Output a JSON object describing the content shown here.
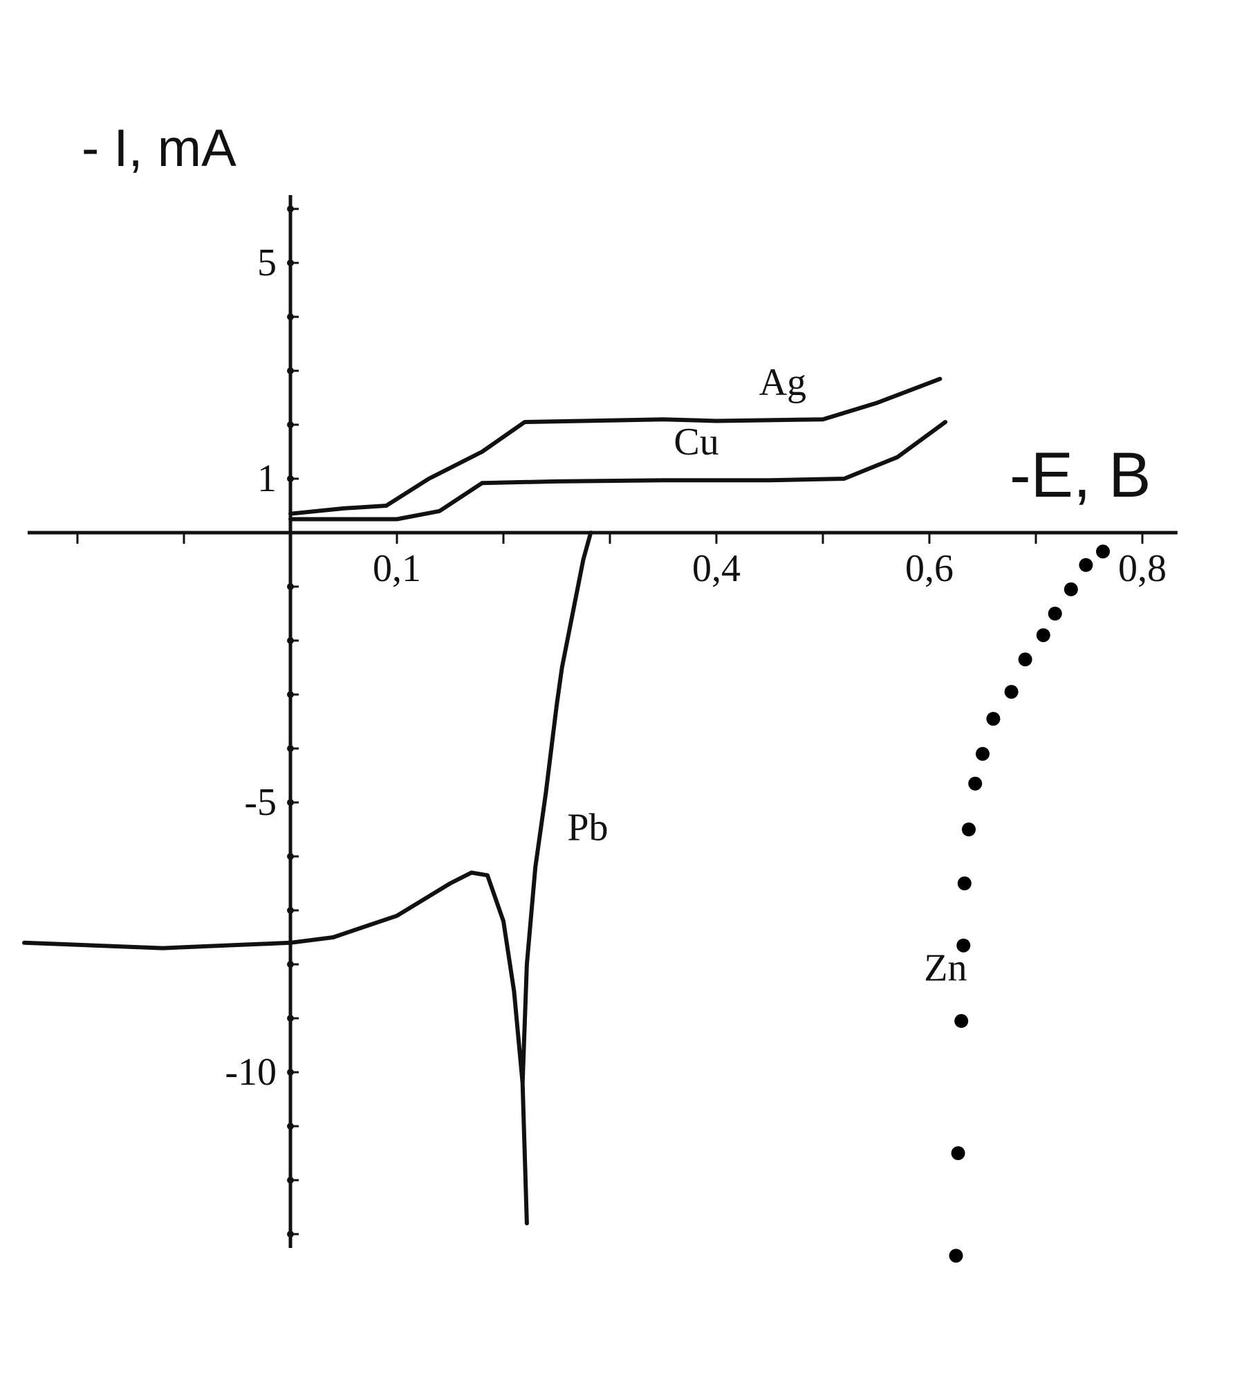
{
  "chart_data": {
    "type": "line",
    "ylabel": "- I, mA",
    "xlabel": "-E, B",
    "x_ticks": [
      {
        "value": 0.1,
        "label": "0,1"
      },
      {
        "value": 0.4,
        "label": "0,4"
      },
      {
        "value": 0.6,
        "label": "0,6"
      },
      {
        "value": 0.8,
        "label": "0,8"
      }
    ],
    "y_ticks": [
      {
        "value": 5,
        "label": "5"
      },
      {
        "value": 1,
        "label": "1"
      },
      {
        "value": -5,
        "label": "-5"
      },
      {
        "value": -10,
        "label": "-10"
      }
    ],
    "xlim": [
      -0.25,
      0.82
    ],
    "ylim": [
      -13,
      6
    ],
    "series": [
      {
        "name": "Ag",
        "style": "line",
        "points": [
          [
            0,
            0.35
          ],
          [
            0.05,
            0.45
          ],
          [
            0.09,
            0.5
          ],
          [
            0.13,
            1.0
          ],
          [
            0.18,
            1.5
          ],
          [
            0.22,
            2.05
          ],
          [
            0.3,
            2.08
          ],
          [
            0.35,
            2.1
          ],
          [
            0.4,
            2.07
          ],
          [
            0.5,
            2.1
          ],
          [
            0.55,
            2.4
          ],
          [
            0.61,
            2.85
          ]
        ],
        "label_at": [
          0.44,
          2.55
        ]
      },
      {
        "name": "Cu",
        "style": "line",
        "points": [
          [
            0,
            0.25
          ],
          [
            0.05,
            0.25
          ],
          [
            0.1,
            0.25
          ],
          [
            0.14,
            0.4
          ],
          [
            0.18,
            0.92
          ],
          [
            0.25,
            0.95
          ],
          [
            0.35,
            0.97
          ],
          [
            0.45,
            0.97
          ],
          [
            0.52,
            1.0
          ],
          [
            0.57,
            1.4
          ],
          [
            0.615,
            2.05
          ]
        ],
        "label_at": [
          0.36,
          1.45
        ]
      },
      {
        "name": "Pb",
        "style": "line",
        "points": [
          [
            -0.25,
            -7.6
          ],
          [
            -0.12,
            -7.7
          ],
          [
            0,
            -7.6
          ],
          [
            0.04,
            -7.5
          ],
          [
            0.1,
            -7.1
          ],
          [
            0.15,
            -6.5
          ],
          [
            0.17,
            -6.3
          ],
          [
            0.185,
            -6.35
          ],
          [
            0.2,
            -7.2
          ],
          [
            0.21,
            -8.5
          ],
          [
            0.218,
            -10.2
          ],
          [
            0.222,
            -12.8
          ],
          [
            0.218,
            -10.2
          ],
          [
            0.222,
            -8.0
          ],
          [
            0.23,
            -6.2
          ],
          [
            0.24,
            -4.8
          ],
          [
            0.25,
            -3.2
          ],
          [
            0.255,
            -2.5
          ],
          [
            0.265,
            -1.5
          ],
          [
            0.275,
            -0.5
          ],
          [
            0.282,
            0
          ]
        ],
        "label_at": [
          0.26,
          -5.7
        ]
      },
      {
        "name": "Zn",
        "style": "dots",
        "points": [
          [
            0.763,
            -0.35
          ],
          [
            0.747,
            -0.6
          ],
          [
            0.733,
            -1.05
          ],
          [
            0.718,
            -1.5
          ],
          [
            0.707,
            -1.9
          ],
          [
            0.69,
            -2.35
          ],
          [
            0.677,
            -2.95
          ],
          [
            0.66,
            -3.45
          ],
          [
            0.65,
            -4.1
          ],
          [
            0.643,
            -4.65
          ],
          [
            0.637,
            -5.5
          ],
          [
            0.633,
            -6.5
          ],
          [
            0.632,
            -7.65
          ],
          [
            0.63,
            -9.05
          ],
          [
            0.627,
            -11.5
          ],
          [
            0.625,
            -13.4
          ]
        ],
        "label_at": [
          0.595,
          -8.3
        ]
      }
    ]
  }
}
